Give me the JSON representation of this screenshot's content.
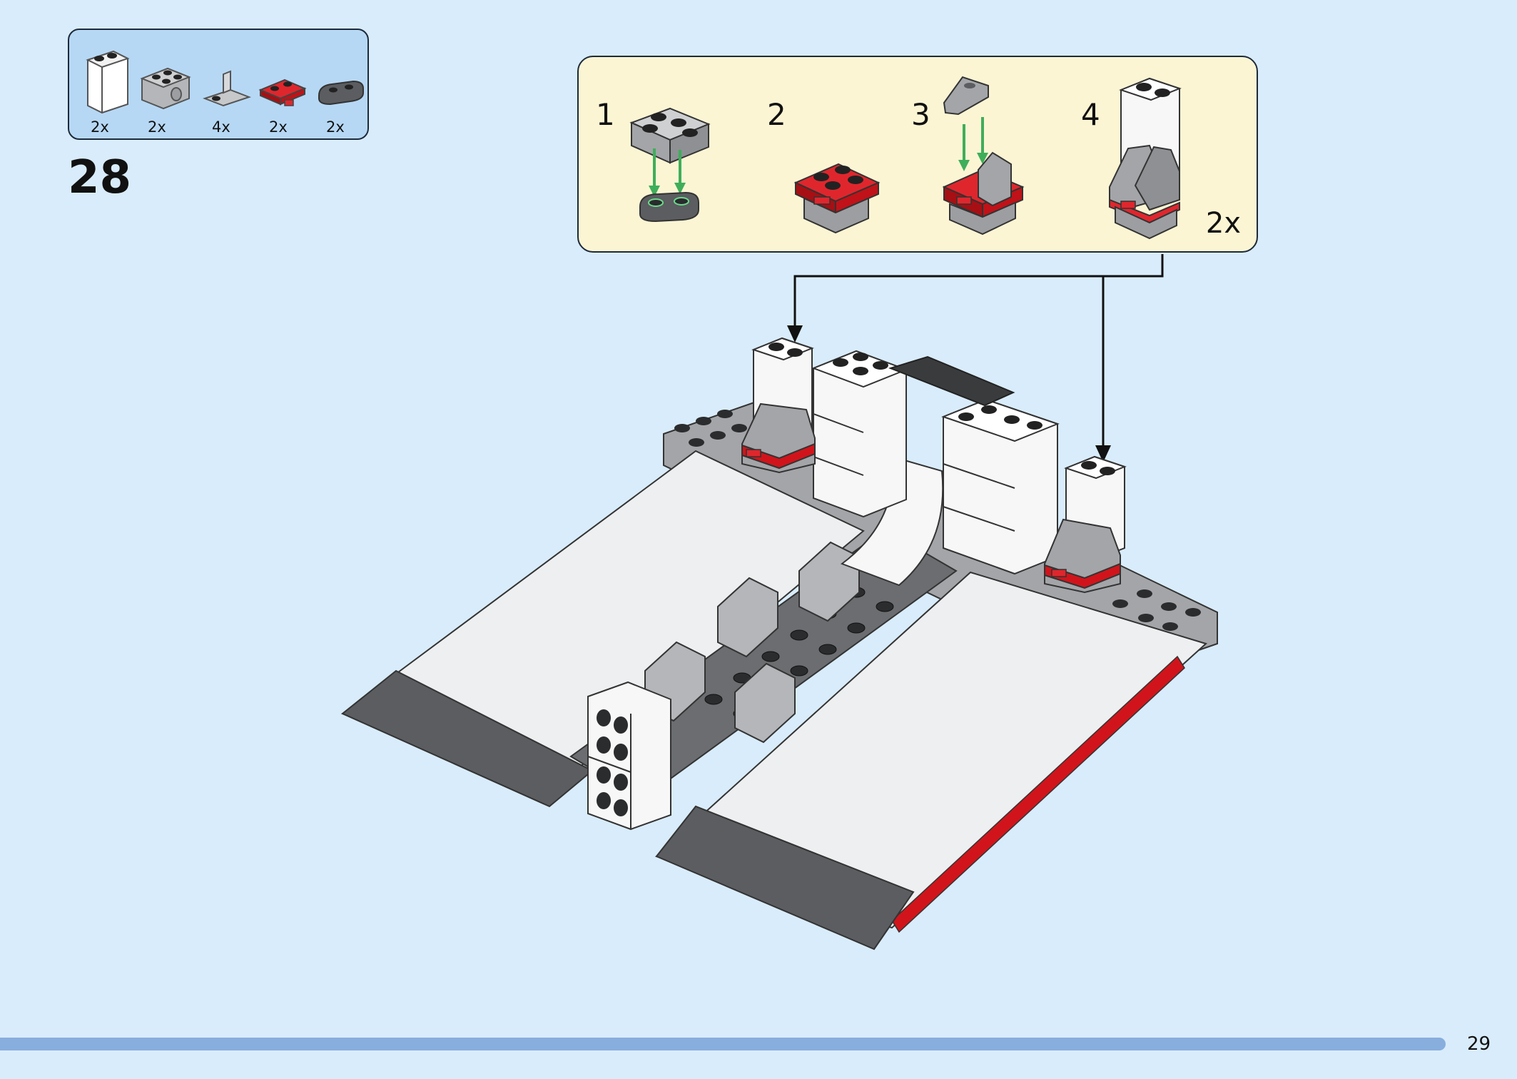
{
  "parts_list": [
    {
      "icon": "white-brick-1x2x2-icon",
      "qty": "2x"
    },
    {
      "icon": "gray-brick-with-hole-icon",
      "qty": "2x"
    },
    {
      "icon": "gray-bracket-icon",
      "qty": "4x"
    },
    {
      "icon": "red-plate-with-clip-icon",
      "qty": "2x"
    },
    {
      "icon": "dark-gray-jumper-plate-icon",
      "qty": "2x"
    }
  ],
  "step_number": "28",
  "sub_assembly": {
    "steps": [
      "1",
      "2",
      "3",
      "4"
    ],
    "multiplier": "2x"
  },
  "colors": {
    "page_bg": "#d9ecfb",
    "parts_box_bg": "#b6d8f5",
    "sub_box_bg": "#fcf5d4",
    "lego_red": "#d1141b",
    "lego_gray": "#a3a5a8",
    "lego_dark_gray": "#5b5d60",
    "arrow_green": "#3fae5a",
    "footer_bar": "#88aede"
  },
  "page_number": "29"
}
